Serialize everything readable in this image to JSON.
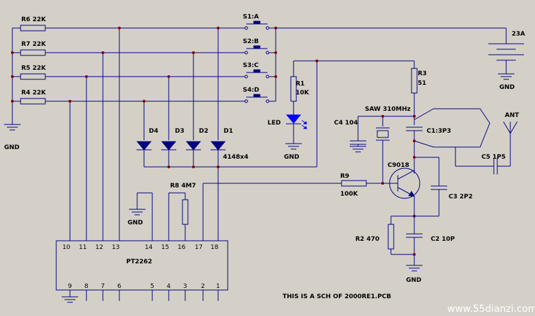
{
  "labels": {
    "r6": "R6 22K",
    "r7": "R7 22K",
    "r5": "R5 22K",
    "r4": "R4 22K",
    "s1": "S1:A",
    "s2": "S2:B",
    "s3": "S3:C",
    "s4": "S4:D",
    "battery": "23A",
    "r3": "R3",
    "r3v": "51",
    "r1": "R1",
    "r1v": "10K",
    "led": "LED",
    "saw": "SAW 310MHz",
    "c4": "C4 104",
    "c1": "C1:3P3",
    "ant": "ANT",
    "c5": "C5 1P5",
    "d4": "D4",
    "d3": "D3",
    "d2": "D2",
    "d1": "D1",
    "diode_type": "4148x4",
    "q": "C9018",
    "r9": "R9",
    "r9v": "100K",
    "c3": "C3 2P2",
    "r8": "R8 4M7",
    "r2": "R2 470",
    "c2": "C2 10P",
    "ic": "PT2262",
    "caption": "THIS IS A SCH OF 2000RE1.PCB",
    "watermark": "www.55dianzi.com"
  },
  "gnd": [
    "GND",
    "GND",
    "GND",
    "GND",
    "GND"
  ],
  "ic_top_pins": [
    "10",
    "11",
    "12",
    "13",
    "14",
    "15",
    "16",
    "17",
    "18"
  ],
  "ic_bottom_pins": [
    "9",
    "8",
    "7",
    "6",
    "5",
    "4",
    "3",
    "2",
    "1"
  ],
  "colors": {
    "wire": "#000080",
    "junction": "#800000",
    "background": "#d4d0c8",
    "led": "#0000ff"
  }
}
